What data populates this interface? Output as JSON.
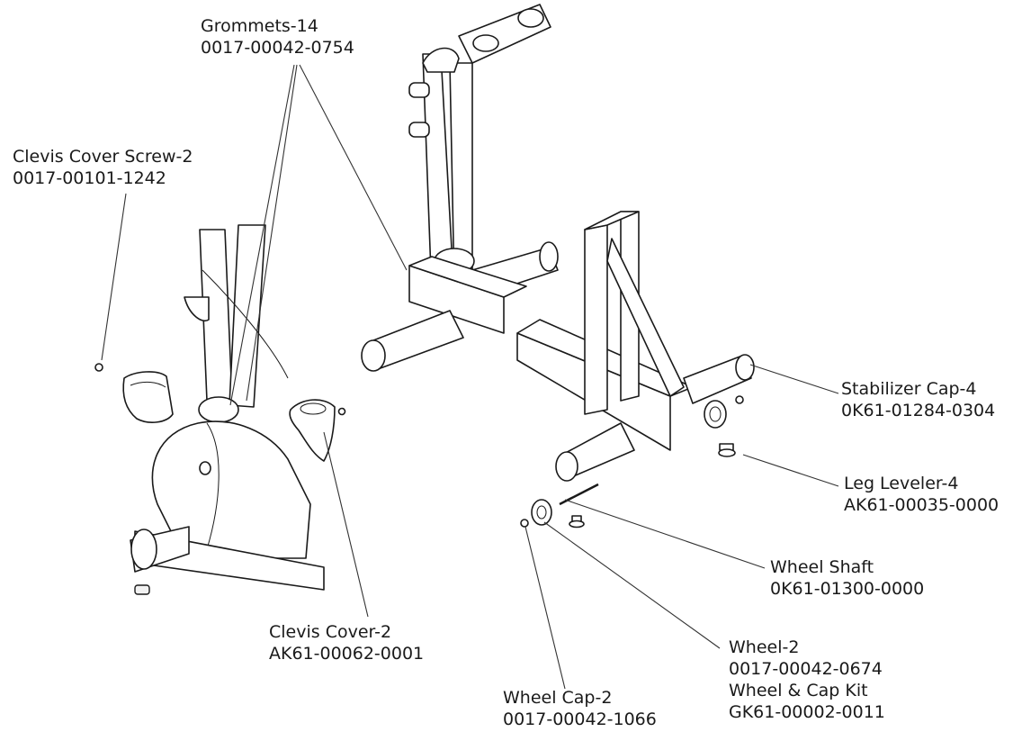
{
  "callouts": {
    "grommets": {
      "name": "Grommets-14",
      "part": "0017-00042-0754"
    },
    "clevis_cover_screw": {
      "name": "Clevis Cover Screw-2",
      "part": "0017-00101-1242"
    },
    "stabilizer_cap": {
      "name": "Stabilizer Cap-4",
      "part": "0K61-01284-0304"
    },
    "leg_leveler": {
      "name": "Leg Leveler-4",
      "part": "AK61-00035-0000"
    },
    "wheel_shaft": {
      "name": "Wheel Shaft",
      "part": "0K61-01300-0000"
    },
    "clevis_cover": {
      "name": "Clevis Cover-2",
      "part": "AK61-00062-0001"
    },
    "wheel": {
      "name": "Wheel-2",
      "part": "0017-00042-0674",
      "kit_name": "Wheel & Cap Kit",
      "kit_part": "GK61-00002-0011"
    },
    "wheel_cap": {
      "name": "Wheel Cap-2",
      "part": "0017-00042-1066"
    }
  },
  "colors": {
    "line": "#1a1a1a",
    "background": "#ffffff"
  }
}
